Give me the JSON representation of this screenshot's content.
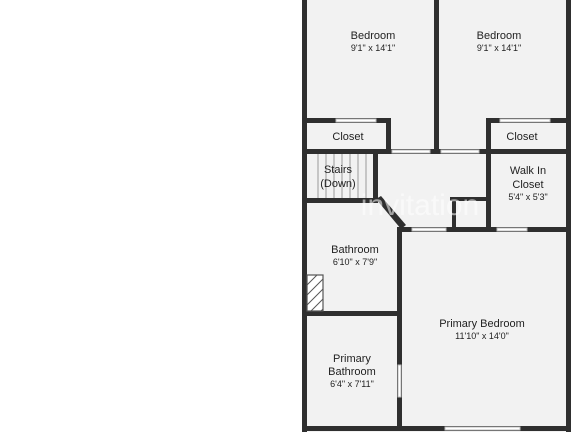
{
  "watermark": "invitation",
  "rooms": {
    "bedroom_left": {
      "name": "Bedroom",
      "dims": "9'1\" x 14'1\""
    },
    "bedroom_right": {
      "name": "Bedroom",
      "dims": "9'1\" x 14'1\""
    },
    "closet_left": {
      "name": "Closet"
    },
    "closet_right": {
      "name": "Closet"
    },
    "stairs": {
      "name_line1": "Stairs",
      "name_line2": "(Down)"
    },
    "walk_in_closet": {
      "name_line1": "Walk In",
      "name_line2": "Closet",
      "dims": "5'4\" x 5'3\""
    },
    "bathroom": {
      "name": "Bathroom",
      "dims": "6'10\" x 7'9\""
    },
    "primary_bedroom": {
      "name": "Primary Bedroom",
      "dims": "11'10\" x 14'0\""
    },
    "primary_bathroom": {
      "name_line1": "Primary",
      "name_line2": "Bathroom",
      "dims": "6'4\" x 7'11\""
    }
  },
  "colors": {
    "wall": "#2f2f2f",
    "floor": "#f2f2f2",
    "background": "#ffffff"
  }
}
